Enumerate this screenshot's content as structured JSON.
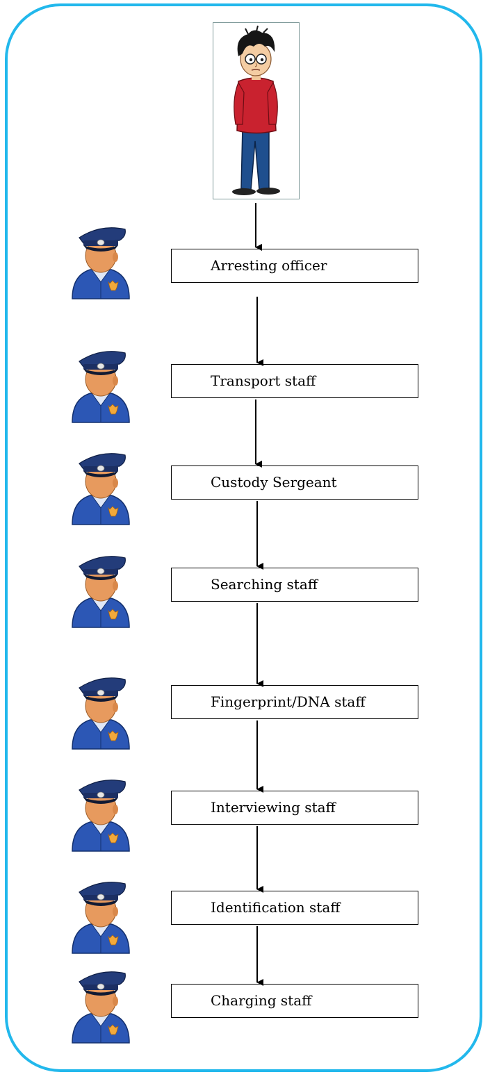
{
  "diagram": {
    "suspect_icon": "suspect-cartoon-icon",
    "officer_icon": "police-officer-icon",
    "colors": {
      "frame": "#22b8ec",
      "box_border": "#000000",
      "arrow": "#000000",
      "uniform": "#2c57b5",
      "skin": "#e79a5e",
      "badge": "#f2a93b"
    },
    "roles": [
      {
        "label": "Arresting officer"
      },
      {
        "label": "Transport staff"
      },
      {
        "label": "Custody Sergeant"
      },
      {
        "label": "Searching staff"
      },
      {
        "label": "Fingerprint/DNA staff"
      },
      {
        "label": "Interviewing staff"
      },
      {
        "label": "Identification staff"
      },
      {
        "label": "Charging staff"
      }
    ]
  }
}
